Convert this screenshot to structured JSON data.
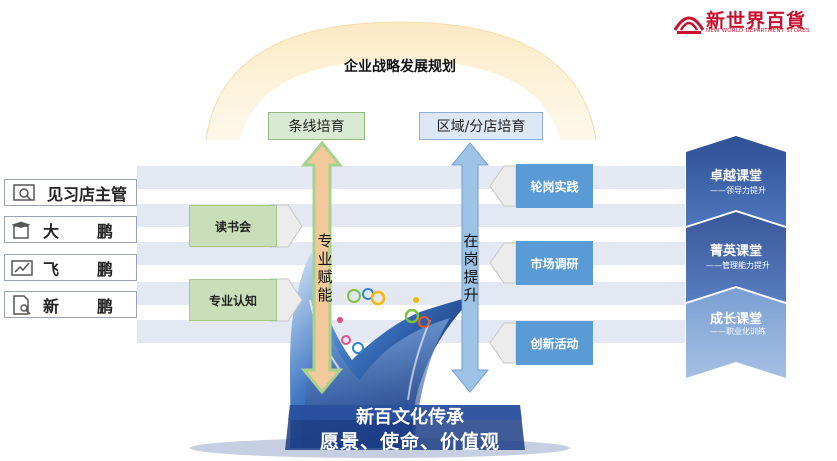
{
  "logo": {
    "name": "新世界百貨",
    "subtitle": "NEW WORLD DEPARTMENT STORES"
  },
  "arch": {
    "title": "企业战略发展规划"
  },
  "top_boxes": {
    "line_training": "条线培育",
    "region_training": "区域/分店培育"
  },
  "left_levels": [
    {
      "label": "见习店主管",
      "icon": "magnifier-chart-icon"
    },
    {
      "label": "大鹏",
      "icon": "graduation-cap-icon"
    },
    {
      "label": "飞鹏",
      "icon": "growth-chart-icon"
    },
    {
      "label": "新鹏",
      "icon": "document-search-icon"
    }
  ],
  "mid_boxes": {
    "reading": "读书会",
    "professional": "专业认知"
  },
  "vertical_labels": {
    "empower": "专业赋能",
    "onjob": "在岗提升"
  },
  "actions": [
    {
      "label": "轮岗实践"
    },
    {
      "label": "市场调研"
    },
    {
      "label": "创新活动"
    }
  ],
  "courses": [
    {
      "title": "卓越课堂",
      "sub": "——领导力提升"
    },
    {
      "title": "菁英课堂",
      "sub": "——管理能力提升"
    },
    {
      "title": "成长课堂",
      "sub": "——职业化训练"
    }
  ],
  "culture": {
    "title": "新百文化传承",
    "values": "愿景、使命、价值观"
  },
  "colors": {
    "brand_red": "#c8102e",
    "action_blue": "#5b9bd5",
    "arrow_green": "#a9d18e",
    "arrow_blue": "#9dc3e6",
    "chevron_blue": "#2e5597"
  }
}
